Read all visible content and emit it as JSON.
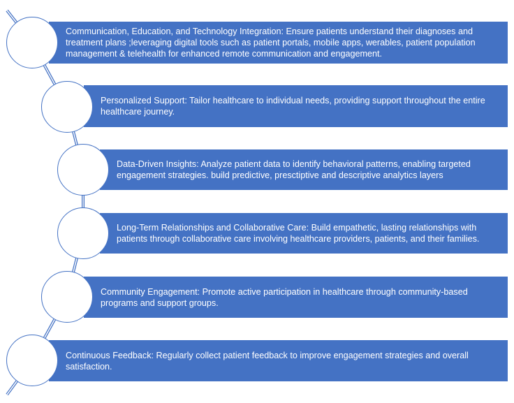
{
  "colors": {
    "accent": "#4472C4",
    "circle_fill": "#FFFFFF",
    "text": "#FFFFFF"
  },
  "items": [
    {
      "text": "Communication, Education, and Technology Integration: Ensure patients understand their diagnoses and treatment plans  ;leveraging digital tools such as patient portals, mobile apps, werables, patient population management & telehealth for enhanced remote communication and engagement."
    },
    {
      "text": "Personalized Support: Tailor healthcare to individual needs, providing support throughout the entire healthcare journey."
    },
    {
      "text": "Data-Driven Insights: Analyze patient data to identify behavioral patterns, enabling targeted engagement strategies. build predictive, presctiptive and descriptive  analytics layers"
    },
    {
      "text": "Long-Term Relationships and Collaborative Care: Build empathetic, lasting relationships with patients through collaborative care involving healthcare providers, patients, and their families."
    },
    {
      "text": "Community Engagement: Promote active participation in healthcare through community-based programs and support groups."
    },
    {
      "text": "Continuous Feedback: Regularly collect patient feedback to improve engagement strategies and overall satisfaction."
    }
  ]
}
